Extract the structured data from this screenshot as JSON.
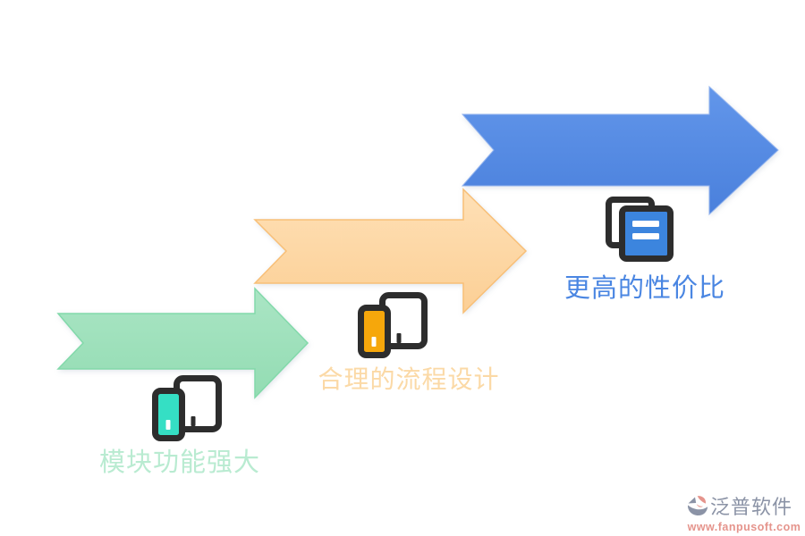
{
  "page": {
    "background": "#ffffff",
    "type": "staircase-arrow-infographic"
  },
  "steps": [
    {
      "label": "模块功能强大",
      "label_color": "#b9ebd1",
      "arrow_fill_top": "#aae5c4",
      "arrow_fill_bottom": "#93dcb3",
      "arrow_stroke": "#82d9aa",
      "icon": "phone-tablet-icon",
      "icon_accent": "#35dfc4"
    },
    {
      "label": "合理的流程设计",
      "label_color": "#fbd9a6",
      "arrow_fill_top": "#fee0b6",
      "arrow_fill_bottom": "#fccf95",
      "arrow_stroke": "#f8bf77",
      "icon": "phone-tablet-icon",
      "icon_accent": "#f6a70b"
    },
    {
      "label": "更高的性价比",
      "label_color": "#4a86e2",
      "arrow_fill_top": "#6296ea",
      "arrow_fill_bottom": "#4a80dc",
      "arrow_stroke": "#93b4ef",
      "icon": "documents-icon",
      "icon_accent": "#3c85de"
    }
  ],
  "icon_outline_color": "#2d2d2d",
  "logo": {
    "name": "泛普软件",
    "url": "www.fanpusoft.com",
    "name_color": "#8b93a6",
    "url_color": "#e5948c",
    "icon_blue_gray": "#8b93a6",
    "icon_salmon": "#e5948c"
  }
}
